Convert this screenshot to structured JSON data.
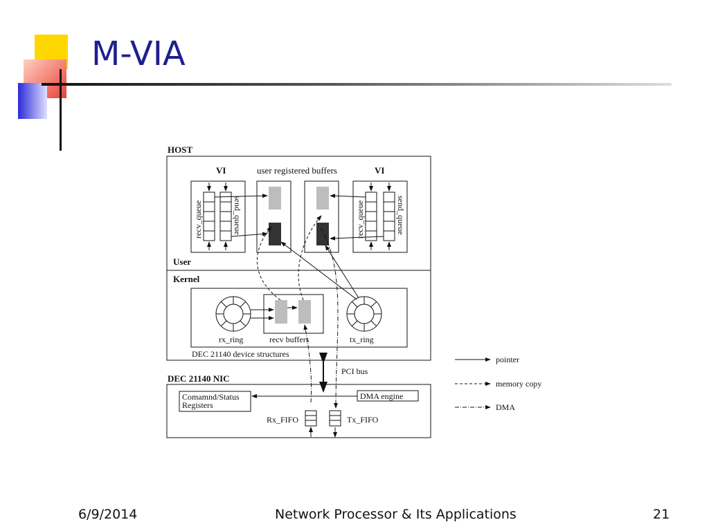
{
  "slide": {
    "title": "M-VIA",
    "footer_date": "6/9/2014",
    "footer_center": "Network Processor & Its Applications",
    "slide_number": "21"
  },
  "colors": {
    "title": "#1f1f8f",
    "accent_yellow": "#ffd700",
    "accent_red": "#e8413a",
    "accent_blue": "#3c3ce0"
  },
  "diagram": {
    "host_label": "HOST",
    "vi_left": "VI",
    "vi_right": "VI",
    "user_buffers_label": "user registered buffers",
    "recv_queue_left": "recv_queue",
    "send_queue_left": "send_queue",
    "recv_queue_right": "recv_queue",
    "send_queue_right": "send_queue",
    "user_label": "User",
    "kernel_label": "Kernel",
    "rx_ring": "rx_ring",
    "recv_buffers": "recv buffers",
    "tx_ring": "tx_ring",
    "device_structures": "DEC 21140 device structures",
    "pci_bus": "PCI bus",
    "nic_label": "DEC 21140 NIC",
    "cmd_status_line1": "Comamnd/Status",
    "cmd_status_line2": "Registers",
    "dma_engine": "DMA engine",
    "rx_fifo": "Rx_FIFO",
    "tx_fifo": "Tx_FIFO",
    "legend_pointer": "pointer",
    "legend_memory_copy": "memory copy",
    "legend_dma": "DMA"
  }
}
